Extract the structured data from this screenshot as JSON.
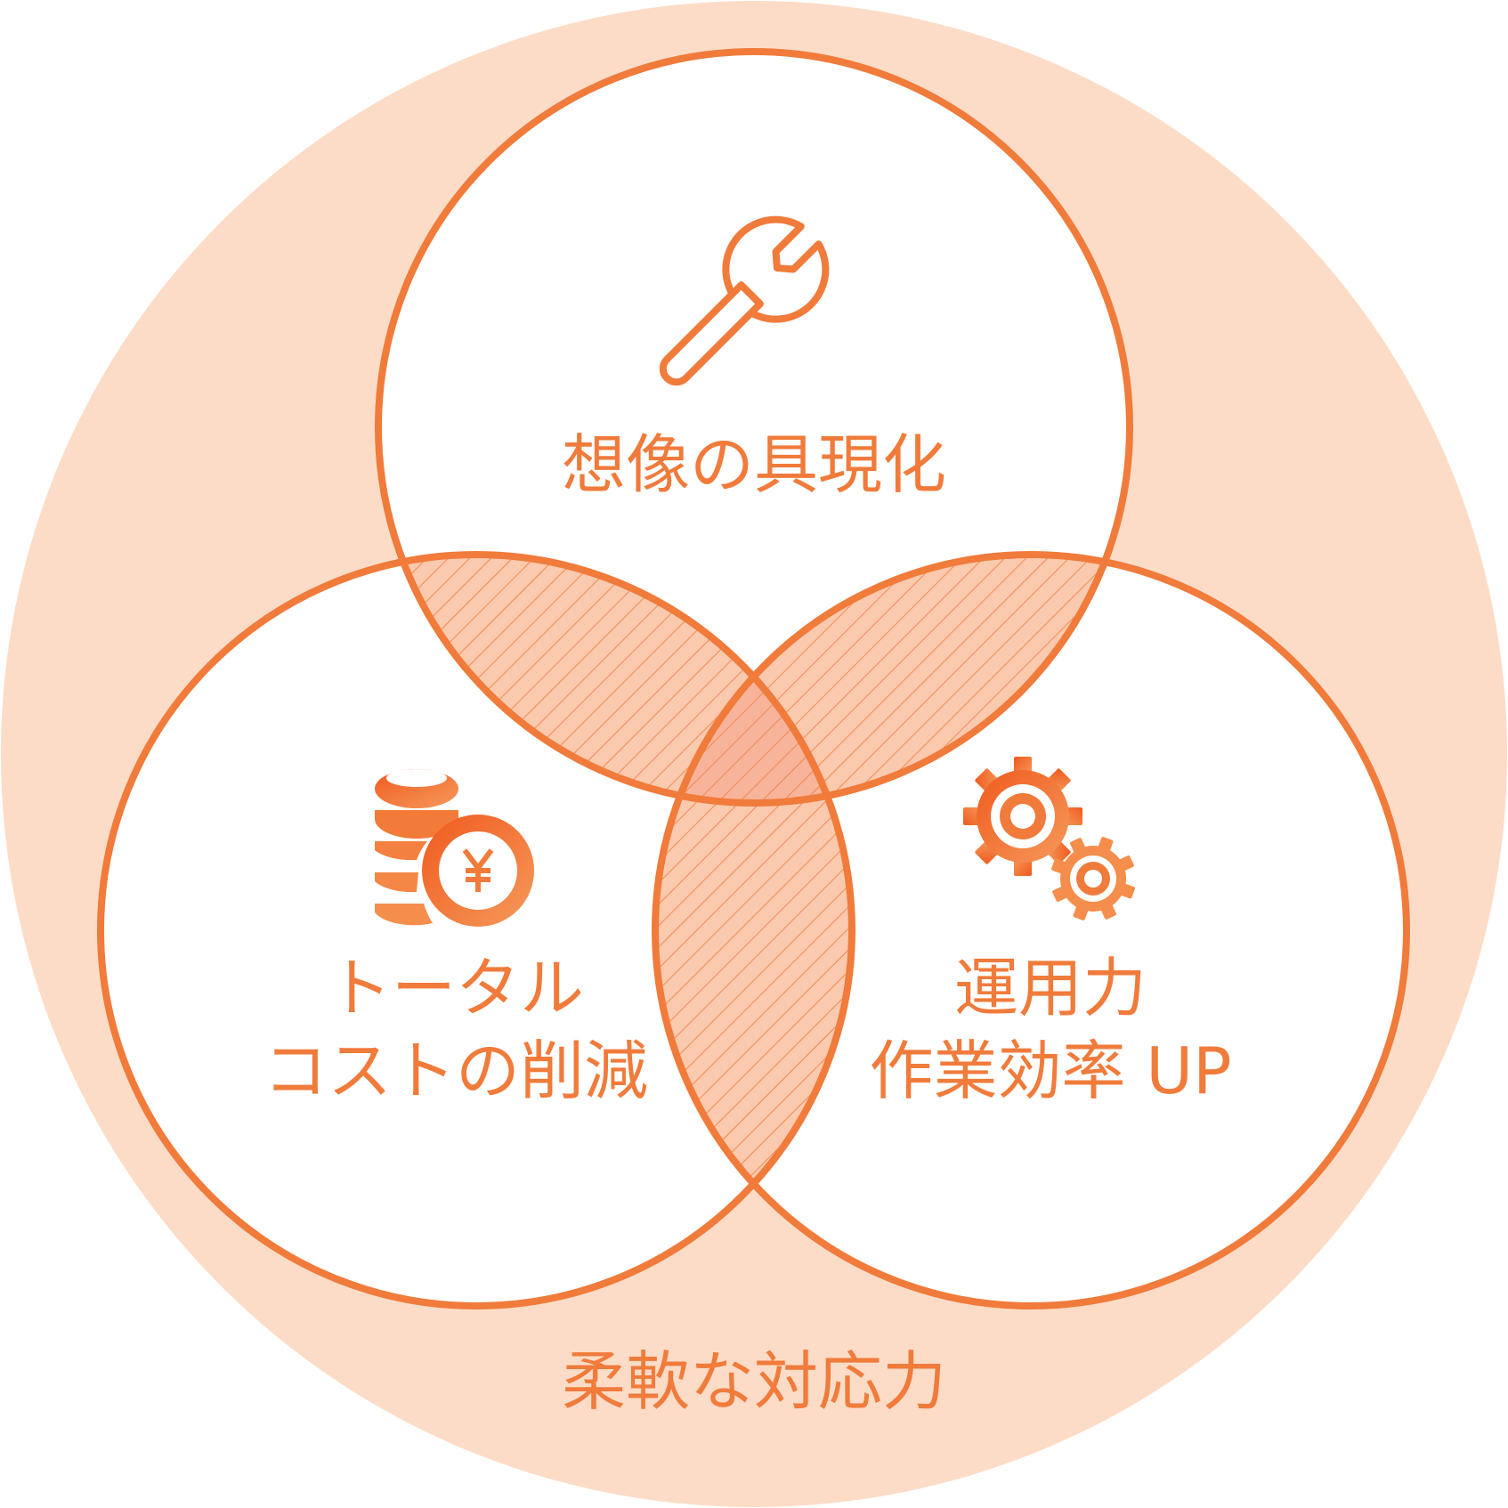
{
  "colors": {
    "accent": "#f07b3b",
    "accent_dark": "#f05a1e",
    "outer_fill": "#fddcc7",
    "overlap_fill": "#fbc9ad",
    "center_fill": "#f8b49a",
    "circle_fill": "#ffffff"
  },
  "diagram": {
    "outer_label": "柔軟な対応力",
    "circles": [
      {
        "id": "top",
        "icon": "wrench-icon",
        "lines": [
          "想像の具現化"
        ]
      },
      {
        "id": "left",
        "icon": "coin-stack-yen-icon",
        "lines": [
          "トータル",
          "コストの削減"
        ]
      },
      {
        "id": "right",
        "icon": "gears-icon",
        "lines": [
          "運用力",
          "作業効率 UP"
        ]
      }
    ]
  }
}
